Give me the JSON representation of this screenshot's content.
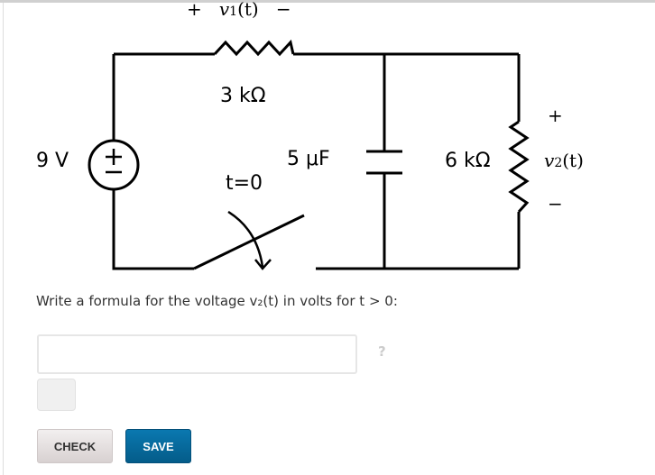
{
  "circuit": {
    "v1_plus": "+",
    "v1_label": "v",
    "v1_sub": "1",
    "v1_arg": "(t)",
    "v1_minus": "−",
    "r1": "3 kΩ",
    "source": "9 V",
    "cap": "5 μF",
    "switch": "t=0",
    "r2": "6 kΩ",
    "v2_plus": "+",
    "v2_label": "v",
    "v2_sub": "2",
    "v2_arg": "(t)",
    "v2_minus": "−"
  },
  "question": {
    "prompt": "Write a formula for the voltage v₂(t) in volts for t > 0:",
    "answer_value": "",
    "answer_placeholder": "",
    "help": "?"
  },
  "buttons": {
    "check": "CHECK",
    "save": "SAVE"
  },
  "colors": {
    "save": "#0a6fa3",
    "check": "#e6e1e1"
  }
}
